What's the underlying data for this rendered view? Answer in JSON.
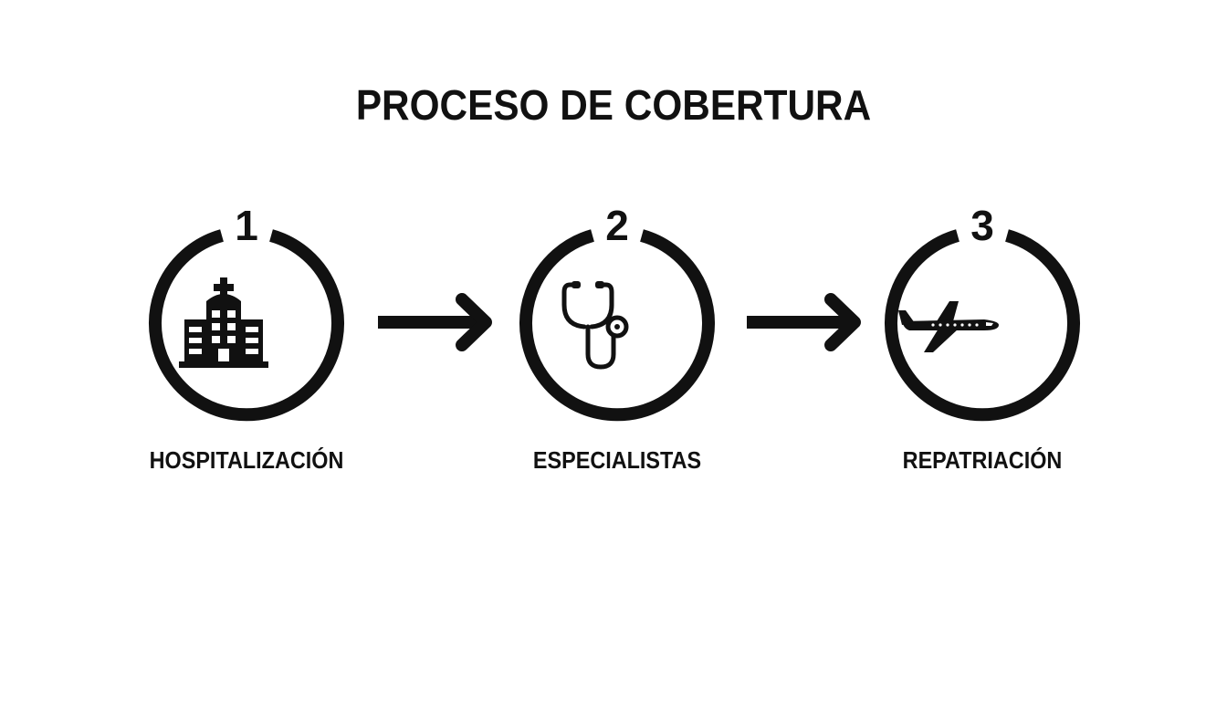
{
  "title": "PROCESO DE COBERTURA",
  "steps": [
    {
      "number": "1",
      "label": "HOSPITALIZACIÓN",
      "icon": "hospital-icon"
    },
    {
      "number": "2",
      "label": "ESPECIALISTAS",
      "icon": "stethoscope-icon"
    },
    {
      "number": "3",
      "label": "REPATRIACIÓN",
      "icon": "airplane-icon"
    }
  ],
  "colors": {
    "ink": "#111111",
    "background": "#ffffff"
  }
}
